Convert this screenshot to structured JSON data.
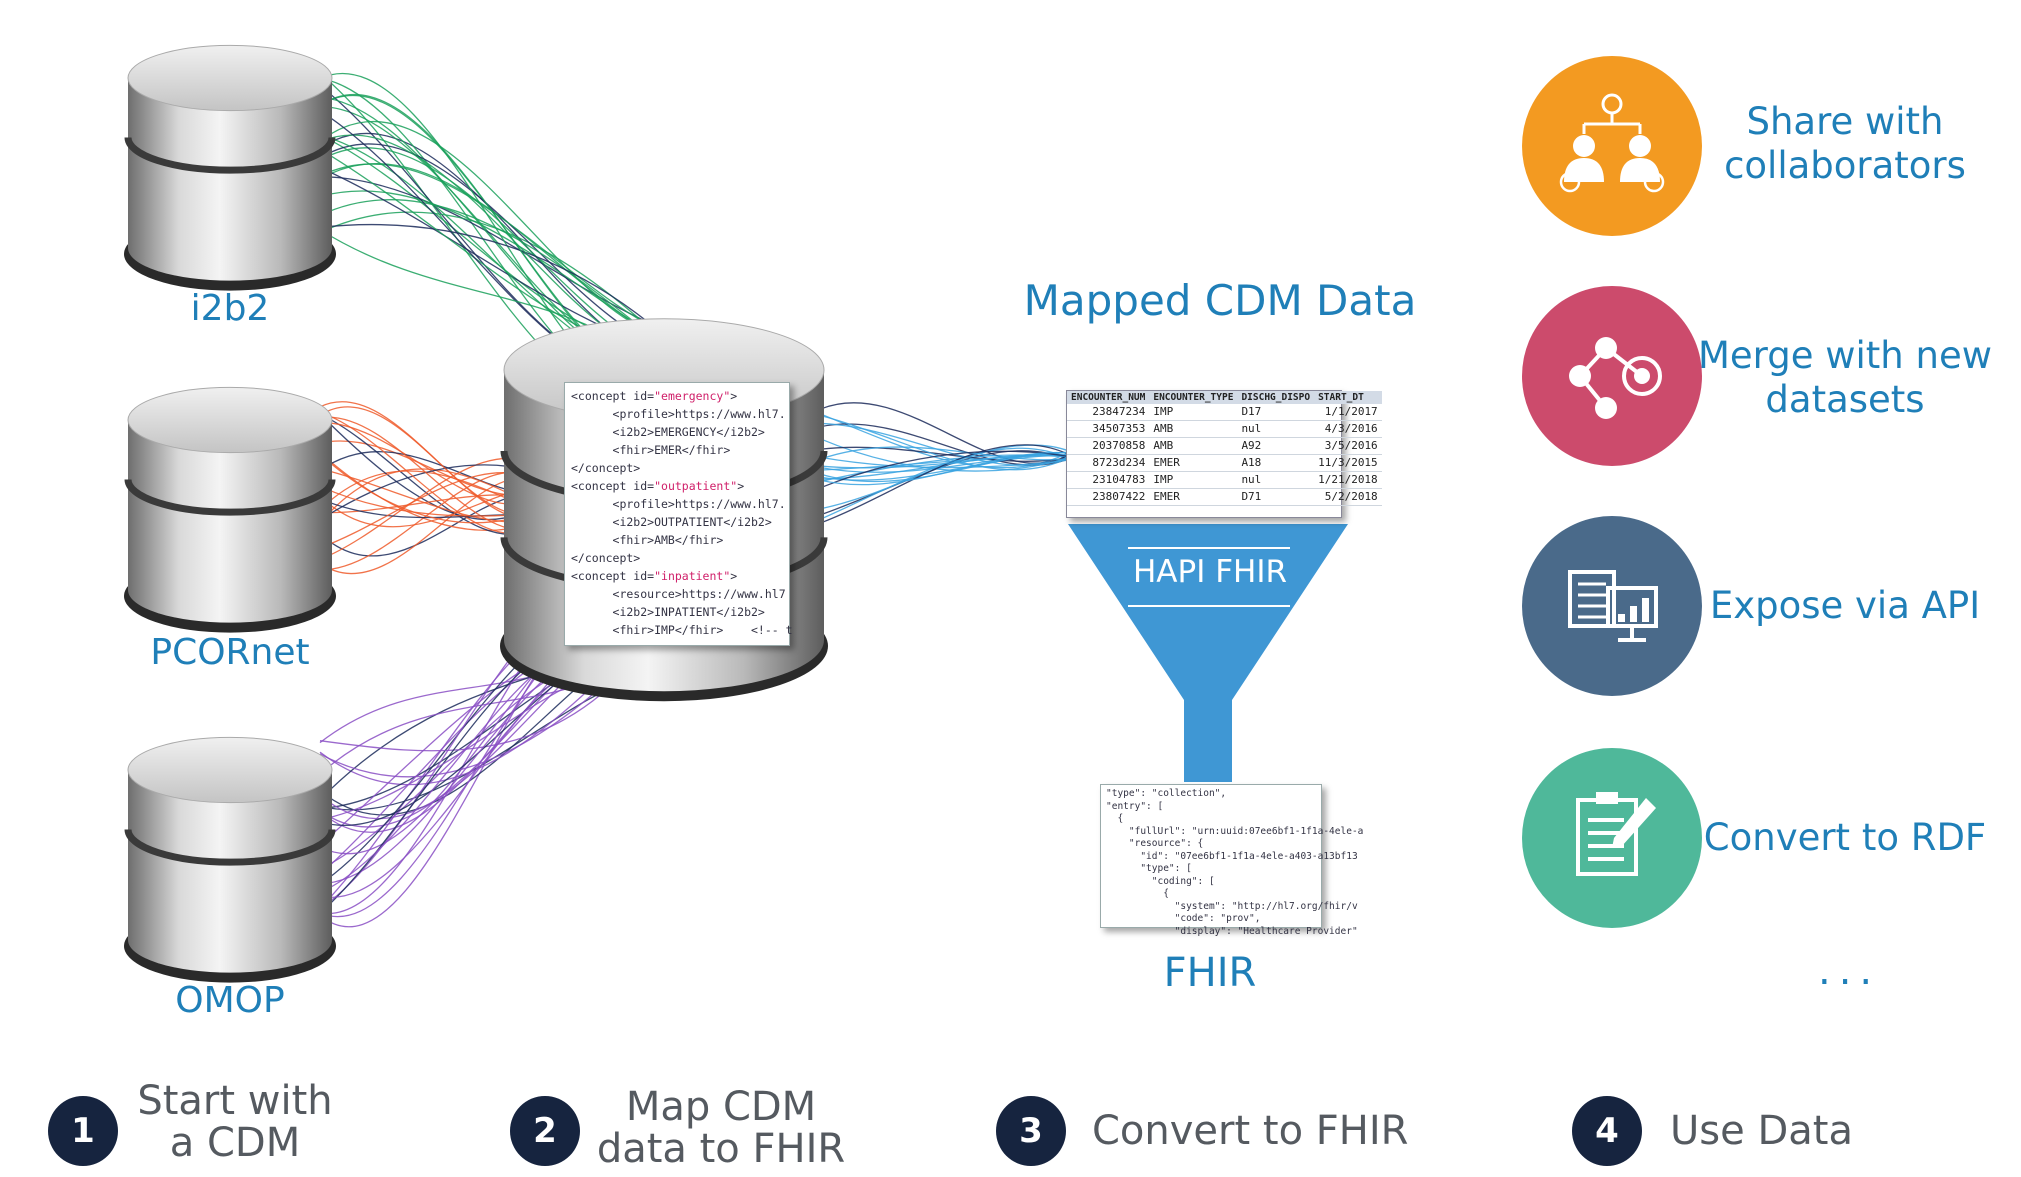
{
  "sources": [
    {
      "label": "i2b2"
    },
    {
      "label": "PCORnet"
    },
    {
      "label": "OMOP"
    }
  ],
  "mapping_code": [
    {
      "parts": [
        "<concept id=",
        "\"emergency\"",
        ">"
      ]
    },
    {
      "parts": [
        "      <profile>https://www.hl7.",
        "",
        ""
      ]
    },
    {
      "parts": [
        "      <i2b2>EMERGENCY</i2b2>",
        "",
        ""
      ]
    },
    {
      "parts": [
        "      <fhir>EMER</fhir>",
        "",
        ""
      ]
    },
    {
      "parts": [
        "</concept>",
        "",
        ""
      ]
    },
    {
      "parts": [
        "<concept id=",
        "\"outpatient\"",
        ">"
      ]
    },
    {
      "parts": [
        "      <profile>https://www.hl7.",
        "",
        ""
      ]
    },
    {
      "parts": [
        "      <i2b2>OUTPATIENT</i2b2>",
        "",
        ""
      ]
    },
    {
      "parts": [
        "      <fhir>AMB</fhir>",
        "",
        ""
      ]
    },
    {
      "parts": [
        "</concept>",
        "",
        ""
      ]
    },
    {
      "parts": [
        "<concept id=",
        "\"inpatient\"",
        ">"
      ]
    },
    {
      "parts": [
        "      <resource>https://www.hl7",
        "",
        ""
      ]
    },
    {
      "parts": [
        "      <i2b2>INPATIENT</i2b2>",
        "",
        ""
      ]
    },
    {
      "parts": [
        "      <fhir>IMP</fhir>    <!-- t",
        "",
        ""
      ]
    }
  ],
  "mapped": {
    "title": "Mapped CDM Data",
    "columns": [
      "ENCOUNTER_NUM",
      "ENCOUNTER_TYPE",
      "DISCHG_DISPO",
      "START_DT"
    ],
    "rows": [
      [
        "23847234",
        "IMP",
        "D17",
        "1/1/2017"
      ],
      [
        "34507353",
        "AMB",
        "nul",
        "4/3/2016"
      ],
      [
        "20370858",
        "AMB",
        "A92",
        "3/5/2016"
      ],
      [
        "8723d234",
        "EMER",
        "A18",
        "11/3/2015"
      ],
      [
        "23104783",
        "IMP",
        "nul",
        "1/21/2018"
      ],
      [
        "23807422",
        "EMER",
        "D71",
        "5/2/2018"
      ]
    ]
  },
  "converter": {
    "label": "HAPI  FHIR"
  },
  "fhir": {
    "label": "FHIR",
    "json_lines": [
      "\"type\": \"collection\",",
      "\"entry\": [",
      "  {",
      "    \"fullUrl\": \"urn:uuid:07ee6bf1-1f1a-4ele-a",
      "    \"resource\": {",
      "      \"id\": \"07ee6bf1-1f1a-4ele-a403-a13bf13",
      "      \"type\": [",
      "        \"coding\": [",
      "          {",
      "            \"system\": \"http://hl7.org/fhir/v",
      "            \"code\": \"prov\",",
      "            \"display\": \"Healthcare Provider\""
    ]
  },
  "uses": [
    {
      "label": "Share with collaborators",
      "color": "#f39a21",
      "icon": "collaborators-icon"
    },
    {
      "label": "Merge with new datasets",
      "color": "#cc4b6c",
      "icon": "merge-icon"
    },
    {
      "label": "Expose via API",
      "color": "#4a6a8a",
      "icon": "api-icon"
    },
    {
      "label": "Convert to RDF",
      "color": "#4fb89a",
      "icon": "rdf-icon"
    }
  ],
  "more": "...",
  "steps": [
    {
      "num": "1",
      "text": "Start with a CDM"
    },
    {
      "num": "2",
      "text": "Map CDM data to FHIR"
    },
    {
      "num": "3",
      "text": "Convert to FHIR"
    },
    {
      "num": "4",
      "text": "Use Data"
    }
  ],
  "colors": {
    "label_blue": "#1f7fb8",
    "funnel_blue": "#3f97d4",
    "i2b2_curves": "#1aa05a",
    "pcornet_curves": "#ef5a2a",
    "omop_curves": "#8a4fc4",
    "fhir_curves": "#3aa3e0",
    "dark_curves": "#1b2a5a",
    "badge": "#16243f"
  }
}
